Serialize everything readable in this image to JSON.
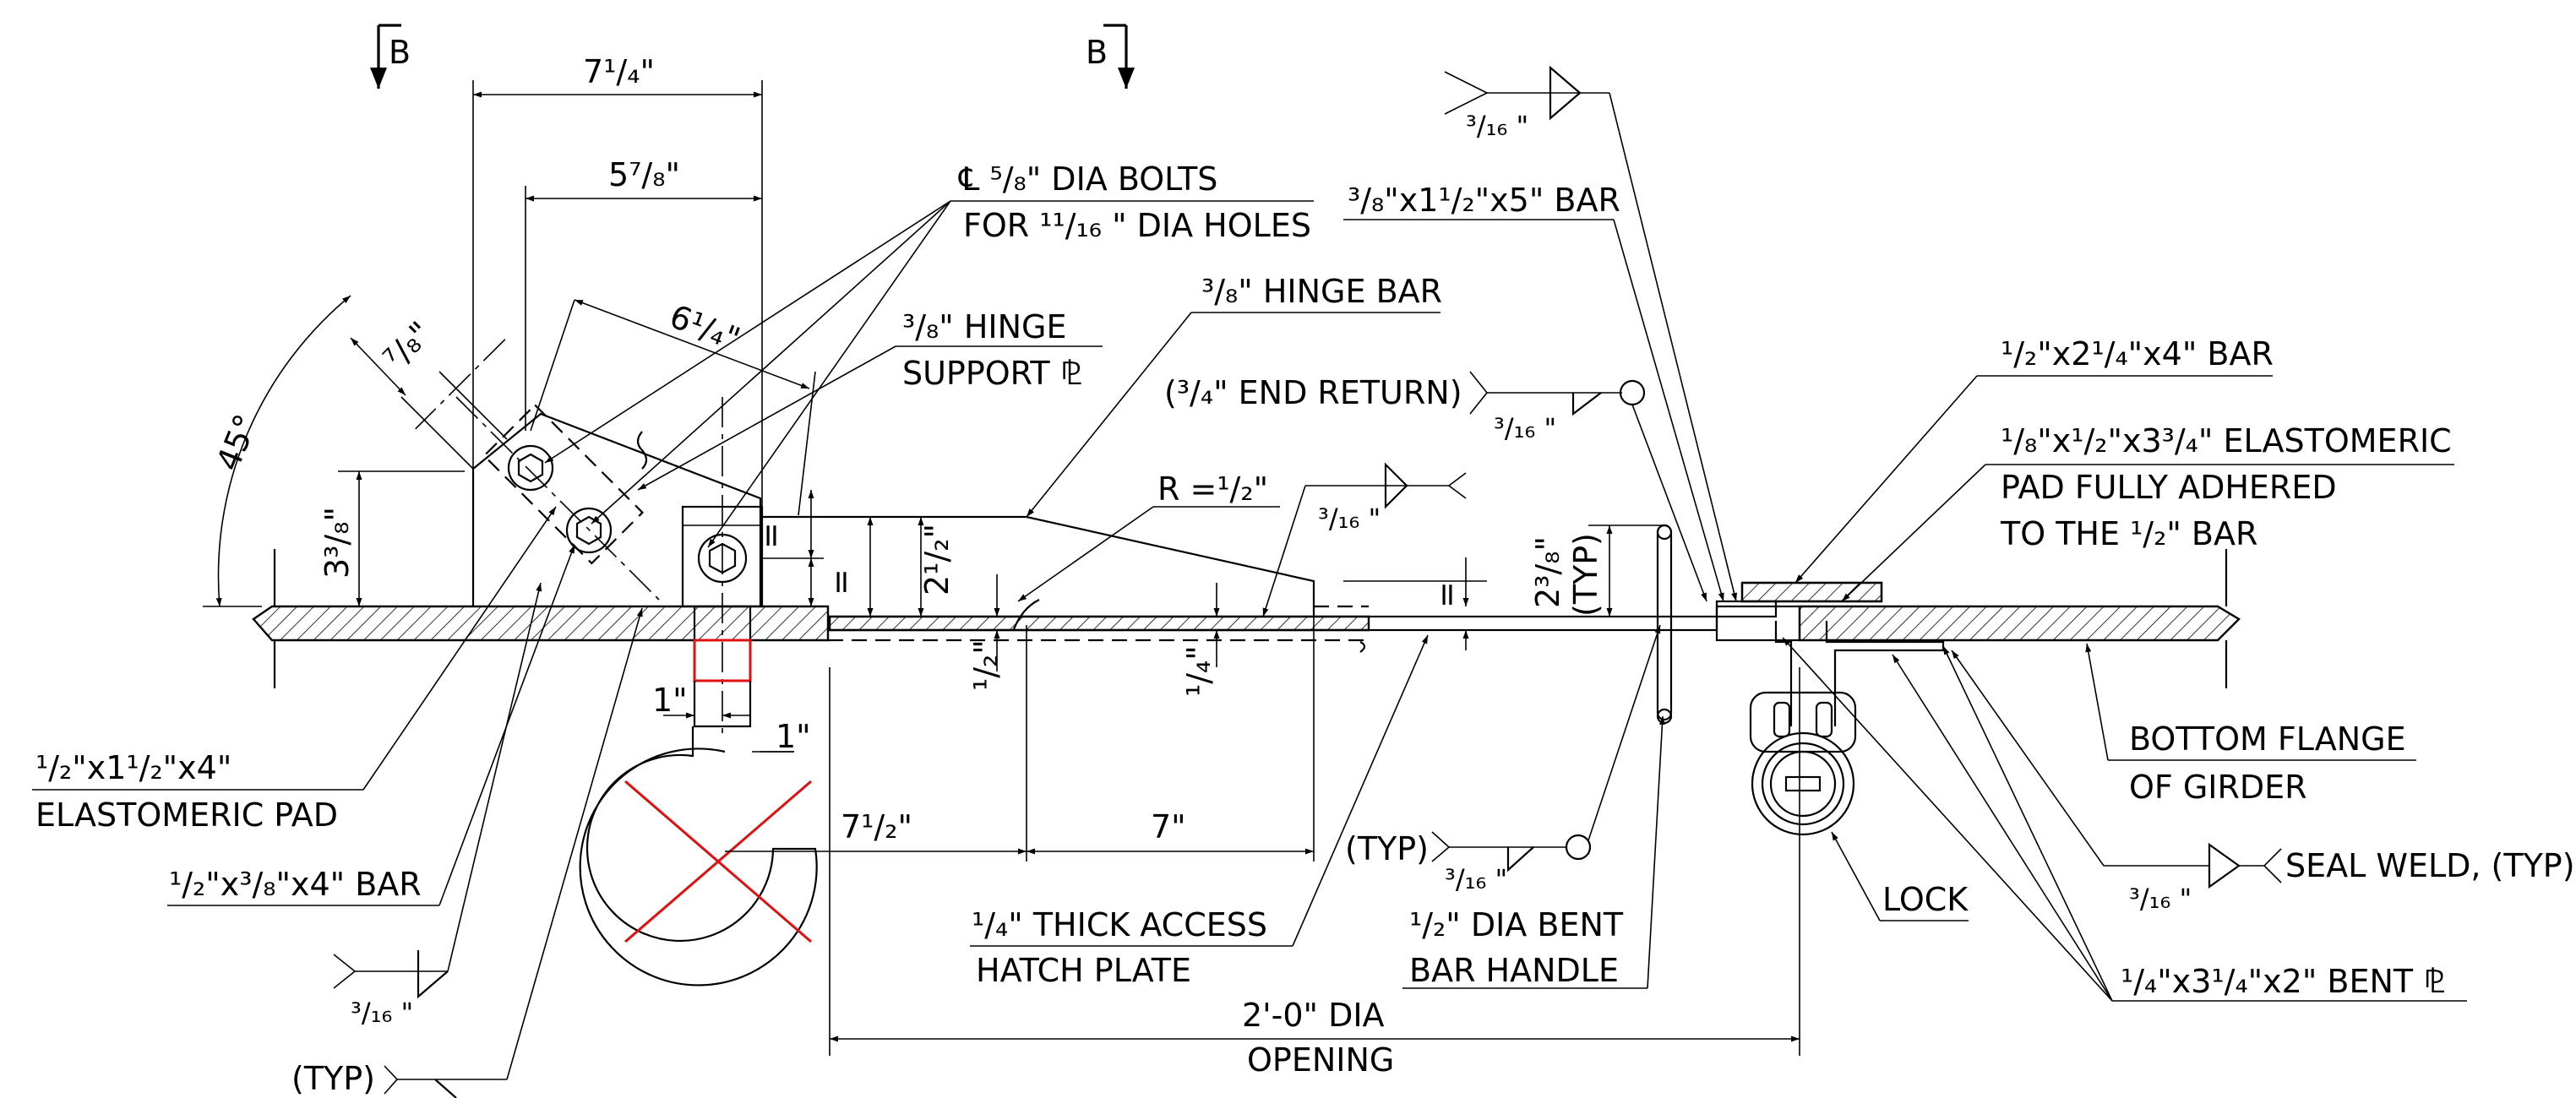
{
  "section_markers": {
    "left": "B",
    "right": "B"
  },
  "dimensions": {
    "d_7_1_4": "7¹/₄\"",
    "d_5_7_8": "5⁷/₈\"",
    "d_6_1_4": "6¹/₄\"",
    "d_7_8": "⁷/₈\"",
    "d_45": "45°",
    "d_3_3_8": "3³/₈\"",
    "d_2_1_2": "2¹/₂\"",
    "eq1": "=",
    "eq2": "=",
    "eq3": "=",
    "d_1_2": "¹/₂\"",
    "d_1_4": "¹/₄\"",
    "d_1a": "1\"",
    "d_1b": "1\"",
    "d_7_1_2": "7¹/₂\"",
    "d_7": "7\"",
    "d_2_3_8": "2³/₈\"",
    "typ_vertical": "(TYP)",
    "r_label": "R =¹/₂\"",
    "opening_1": "2'-0\" DIA",
    "opening_2": "OPENING"
  },
  "callouts": {
    "bolts_1": "℄ ⁵/₈\" DIA BOLTS",
    "bolts_2": "FOR ¹¹/₁₆ \" DIA HOLES",
    "bar_3_8": "³/₈\"x1¹/₂\"x5\" BAR",
    "hinge_support_1": "³/₈\" HINGE",
    "hinge_support_2": "SUPPORT ⅊",
    "hinge_bar": "³/₈\" HINGE BAR",
    "end_return": "(³/₄\" END RETURN)",
    "bar_1_2_2_1_4": "¹/₂\"x2¹/₄\"x4\" BAR",
    "elasto_1": "¹/₈\"x¹/₂\"x3³/₄\" ELASTOMERIC",
    "elasto_2": "PAD FULLY ADHERED",
    "elasto_3": "TO THE ¹/₂\" BAR",
    "pad_left_1": "¹/₂\"x1¹/₂\"x4\"",
    "pad_left_2": "ELASTOMERIC PAD",
    "bar_left": "¹/₂\"x³/₈\"x4\" BAR",
    "typ_bottom": "(TYP)",
    "typ_mid": "(TYP)",
    "hatch_plate_1": "¹/₄\" THICK ACCESS",
    "hatch_plate_2": "HATCH PLATE",
    "handle_1": "¹/₂\" DIA BENT",
    "handle_2": "BAR HANDLE",
    "lock": "LOCK",
    "flange_1": "BOTTOM FLANGE",
    "flange_2": "OF GIRDER",
    "seal_weld": "SEAL WELD, (TYP)",
    "bent_pl": "¹/₄\"x3¹/₄\"x2\" BENT ⅊"
  },
  "weld_sizes": {
    "w_top": "³/₁₆ \"",
    "w_end_return": "³/₁₆ \"",
    "w_mid": "³/₁₆ \"",
    "w_bottom_left": "³/₁₆ \"",
    "w_typ_mid": "³/₁₆ \"",
    "w_seal": "³/₁₆ \""
  }
}
